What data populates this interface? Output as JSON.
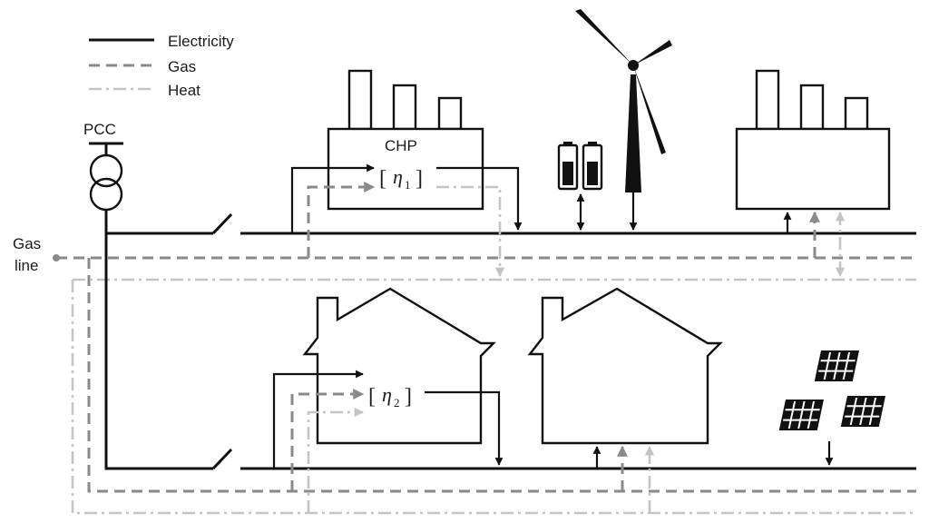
{
  "legend": {
    "electricity": "Electricity",
    "gas": "Gas",
    "heat": "Heat"
  },
  "pcc_label": "PCC",
  "gas_line_label": {
    "line1": "Gas",
    "line2": "line"
  },
  "chp_label": "CHP",
  "efficiency_1": {
    "symbol": "η",
    "subscript": "1"
  },
  "efficiency_2": {
    "symbol": "η",
    "subscript": "2"
  },
  "colors": {
    "electricity": "#111111",
    "gas": "#8a8a8a",
    "heat": "#c4c4c4"
  }
}
